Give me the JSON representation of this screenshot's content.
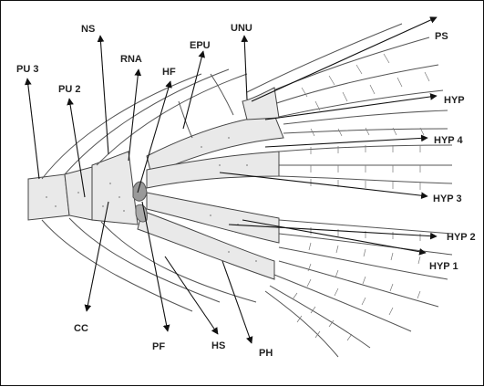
{
  "labels": {
    "NS": "NS",
    "UNU": "UNU",
    "PS": "PS",
    "EPU": "EPU",
    "RNA": "RNA",
    "HF": "HF",
    "PU3": "PU 3",
    "PU2": "PU 2",
    "HYP": "HYP",
    "HYP4": "HYP 4",
    "HYP3": "HYP 3",
    "HYP2": "HYP 2",
    "HYP1": "HYP 1",
    "CC": "CC",
    "PF": "PF",
    "HS": "HS",
    "PH": "PH"
  }
}
